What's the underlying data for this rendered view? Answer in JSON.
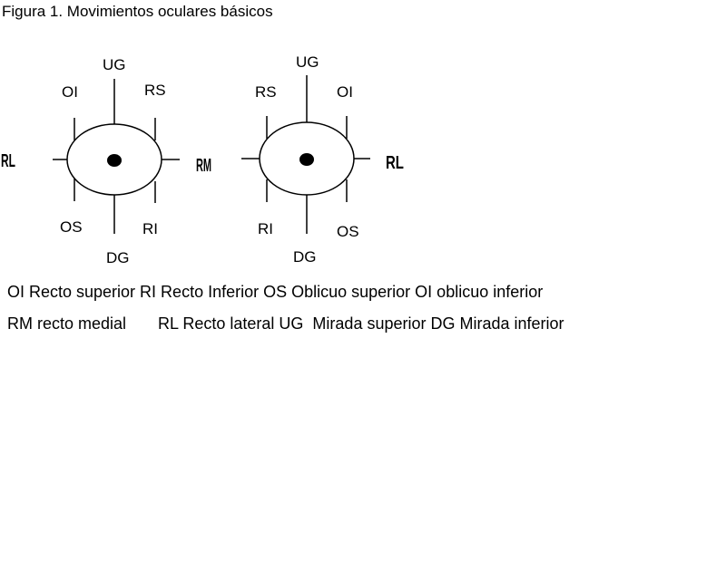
{
  "title": "Figura 1. Movimientos oculares básicos",
  "eye_left": {
    "top": "UG",
    "top_left": "OI",
    "top_right": "RS",
    "left": "RL",
    "right": "RM",
    "bottom_left": "OS",
    "bottom_right": "RI",
    "bottom": "DG"
  },
  "eye_right": {
    "top": "UG",
    "top_left": "RS",
    "top_right": "OI",
    "right": "RL",
    "bottom_left": "RI",
    "bottom_right": "OS",
    "bottom": "DG"
  },
  "legend": {
    "line1": "OI Recto superior RI Recto Inferior OS Oblicuo superior OI oblicuo inferior",
    "line2": "RM recto medial       RL Recto lateral UG  Mirada superior DG Mirada inferior"
  }
}
